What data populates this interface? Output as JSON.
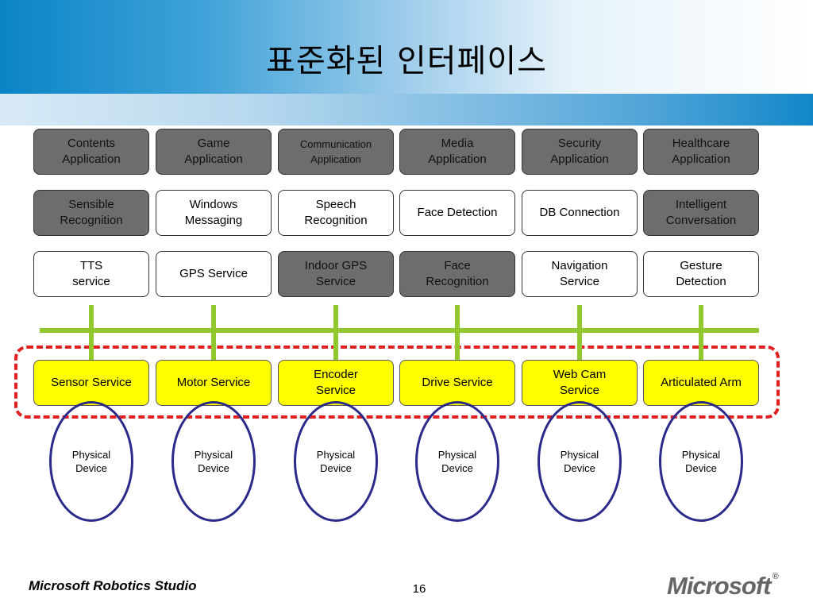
{
  "title": "표준화된 인터페이스",
  "rows": {
    "applications": [
      {
        "label": "Contents\nApplication",
        "fill": "gray"
      },
      {
        "label": "Game\nApplication",
        "fill": "gray"
      },
      {
        "label": "Communication\nApplication",
        "fill": "gray",
        "size": "small"
      },
      {
        "label": "Media\nApplication",
        "fill": "gray"
      },
      {
        "label": "Security\nApplication",
        "fill": "gray"
      },
      {
        "label": "Healthcare\nApplication",
        "fill": "gray"
      }
    ],
    "middle": [
      {
        "label": "Sensible\nRecognition",
        "fill": "gray"
      },
      {
        "label": "Windows\nMessaging",
        "fill": "white"
      },
      {
        "label": "Speech\nRecognition",
        "fill": "white"
      },
      {
        "label": "Face Detection",
        "fill": "white"
      },
      {
        "label": "DB Connection",
        "fill": "white"
      },
      {
        "label": "Intelligent\nConversation",
        "fill": "gray"
      }
    ],
    "services": [
      {
        "label": "TTS\nservice",
        "fill": "white"
      },
      {
        "label": "GPS Service",
        "fill": "white"
      },
      {
        "label": "Indoor GPS\nService",
        "fill": "gray"
      },
      {
        "label": "Face\nRecognition",
        "fill": "gray"
      },
      {
        "label": "Navigation\nService",
        "fill": "white"
      },
      {
        "label": "Gesture\nDetection",
        "fill": "white"
      }
    ],
    "hardware_services": [
      {
        "label": "Sensor Service",
        "fill": "yellow"
      },
      {
        "label": "Motor Service",
        "fill": "yellow"
      },
      {
        "label": "Encoder\nService",
        "fill": "yellow"
      },
      {
        "label": "Drive Service",
        "fill": "yellow"
      },
      {
        "label": "Web Cam\nService",
        "fill": "yellow"
      },
      {
        "label": "Articulated Arm",
        "fill": "yellow"
      }
    ],
    "devices": [
      "Physical\nDevice",
      "Physical\nDevice",
      "Physical\nDevice",
      "Physical\nDevice",
      "Physical\nDevice",
      "Physical\nDevice"
    ]
  },
  "colors": {
    "gray_fill": "#6d6d6d",
    "yellow_fill": "#ffff00",
    "bus_green": "#92c82d",
    "dashed_red": "#e02020",
    "ellipse_navy": "#2a2a8a"
  },
  "footer": {
    "brand": "Microsoft Robotics Studio",
    "page_number": "16",
    "logo_text": "Microsoft"
  }
}
